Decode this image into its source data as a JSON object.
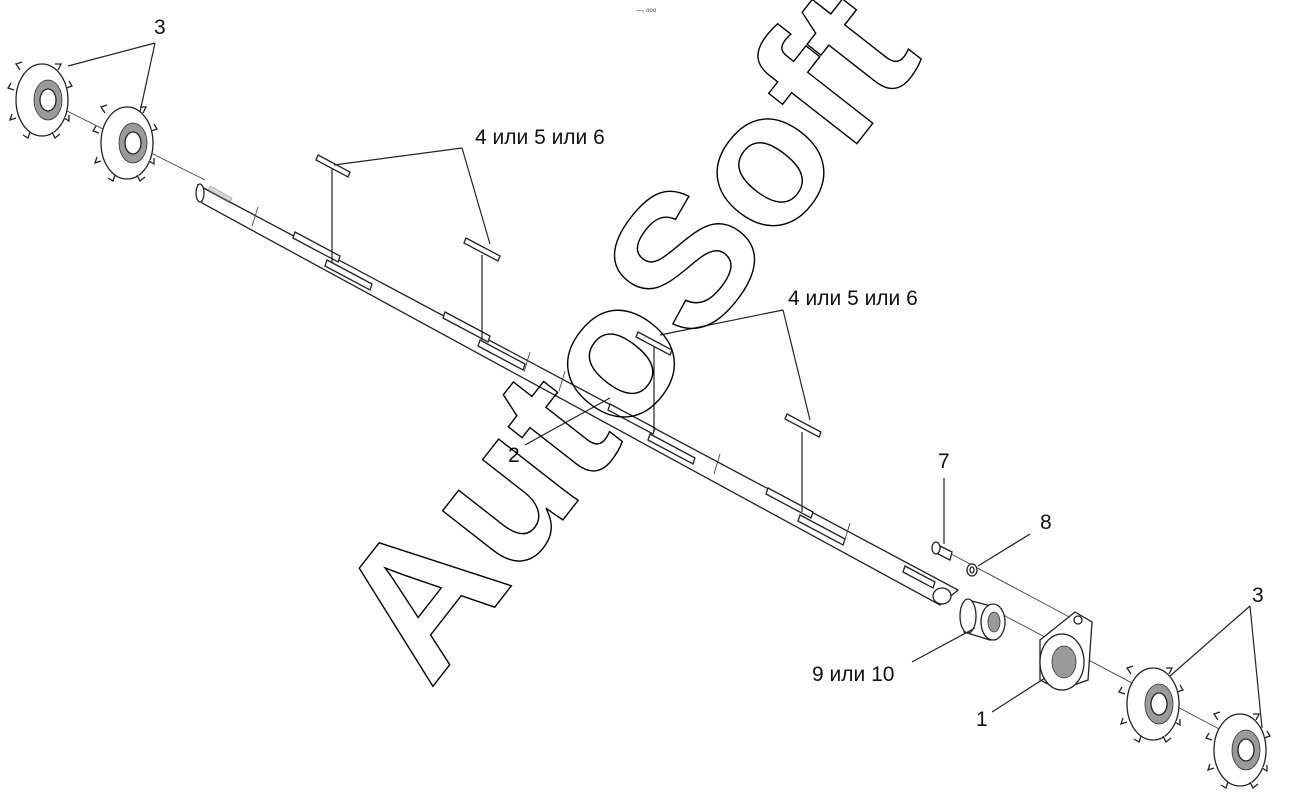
{
  "top_text": "—₀ ooo",
  "watermark": "AutoSoft",
  "callouts": {
    "sprocket_top": "3",
    "pins_top": "4 или 5 или 6",
    "pins_mid": "4 или 5 или 6",
    "shaft": "2",
    "bolt": "7",
    "washer": "8",
    "bushing": "9 или 10",
    "bearing_housing": "1",
    "sprocket_bottom": "3"
  }
}
